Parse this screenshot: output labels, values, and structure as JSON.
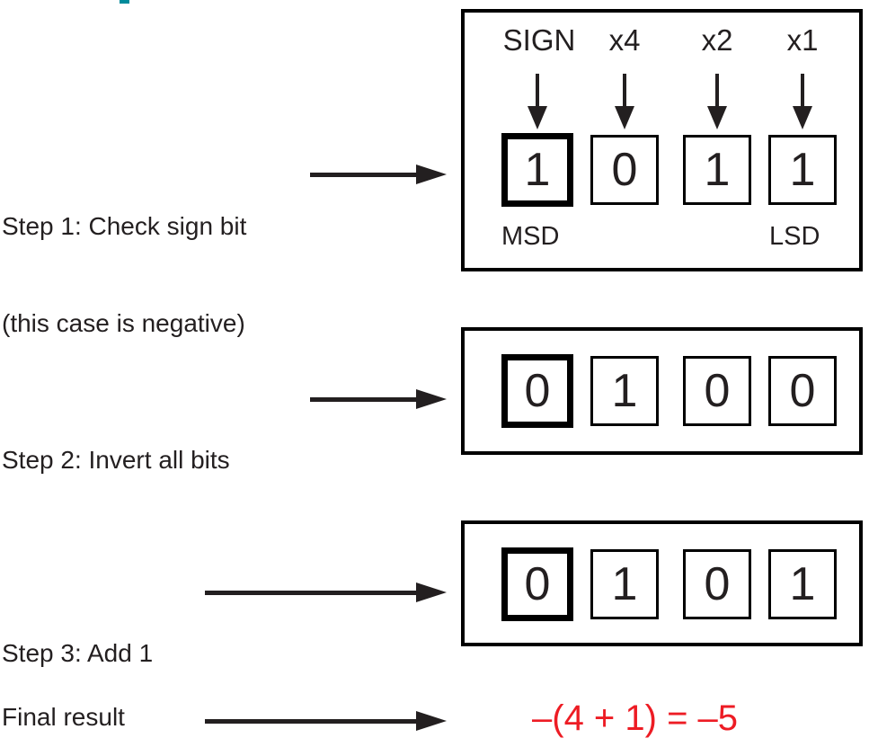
{
  "figure": {
    "title_fragment": "",
    "colors": {
      "ink": "#231f20",
      "frame": "#000000",
      "result_red": "#ed1c24",
      "teal_fragment": "#008b9b"
    }
  },
  "column_headers": [
    {
      "label": "SIGN"
    },
    {
      "label": "x4"
    },
    {
      "label": "x2"
    },
    {
      "label": "x1"
    }
  ],
  "position_labels": {
    "msd": "MSD",
    "lsd": "LSD"
  },
  "steps": [
    {
      "id": "step-1",
      "label_line1": "Step 1: Check sign bit",
      "label_line2": "(this case is negative)",
      "bits": [
        "1",
        "0",
        "1",
        "1"
      ],
      "highlight_index": 0
    },
    {
      "id": "step-2",
      "label_line1": "Step 2: Invert all bits",
      "label_line2": "",
      "bits": [
        "0",
        "1",
        "0",
        "0"
      ],
      "highlight_index": 0
    },
    {
      "id": "step-3",
      "label_line1": "Step 3: Add 1",
      "label_line2": "",
      "bits": [
        "0",
        "1",
        "0",
        "1"
      ],
      "highlight_index": 0
    }
  ],
  "final": {
    "label": "Final result",
    "expression": "–(4 + 1) = –5"
  }
}
